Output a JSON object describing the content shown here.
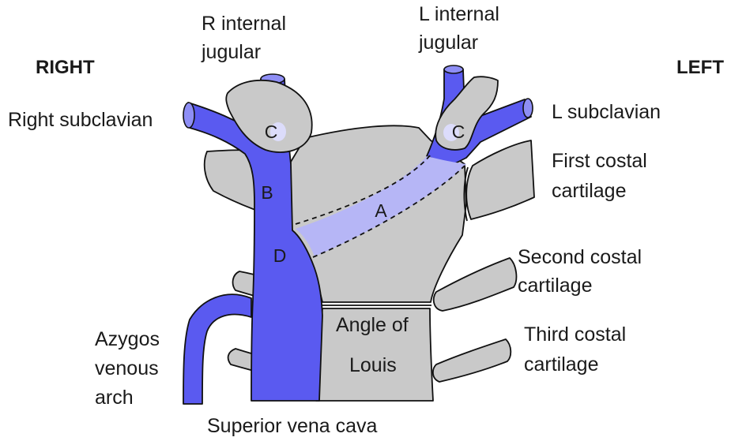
{
  "labels": {
    "right": "RIGHT",
    "left": "LEFT",
    "r_internal_jugular_1": "R internal",
    "r_internal_jugular_2": "jugular",
    "l_internal_jugular_1": "L internal",
    "l_internal_jugular_2": "jugular",
    "right_subclavian": "Right subclavian",
    "l_subclavian": "L subclavian",
    "first_costal_1": "First costal",
    "first_costal_2": "cartilage",
    "second_costal_1": "Second costal",
    "second_costal_2": "cartilage",
    "third_costal_1": "Third costal",
    "third_costal_2": "cartilage",
    "azygos_1": "Azygos",
    "azygos_2": "venous",
    "azygos_3": "arch",
    "svc": "Superior vena cava",
    "angle_1": "Angle of",
    "angle_2": "Louis"
  },
  "regions": {
    "a": "A",
    "b": "B",
    "c_right": "C",
    "c_left": "C",
    "d": "D"
  },
  "colors": {
    "vein": "#5a5af0",
    "region_a": "#b6b6f6",
    "bone": "#c9c9c9"
  }
}
